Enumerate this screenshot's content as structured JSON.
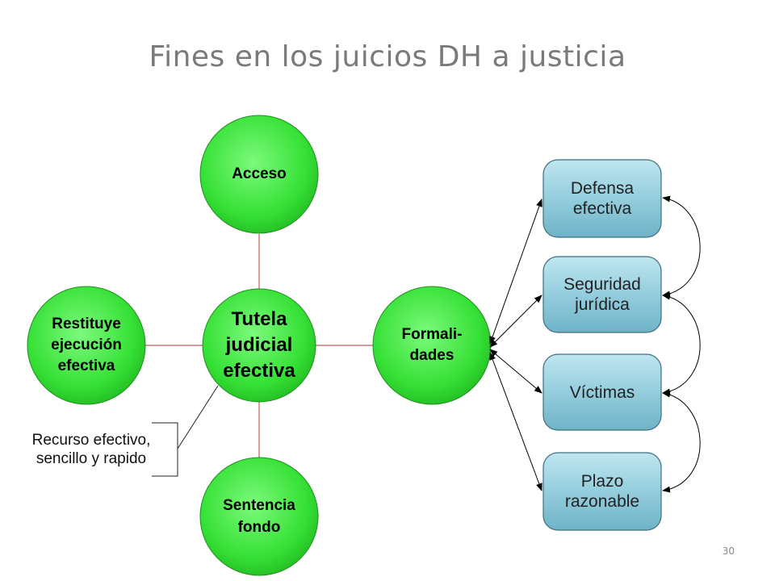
{
  "title": "Fines en los juicios DH a justicia",
  "page_number": "30",
  "colors": {
    "circle_fill": "#3ce63c",
    "circle_edge": "#1f8f1f",
    "box_fill": "#93cddd",
    "box_edge": "#3f6f80",
    "spoke_line": "#cc5a5a",
    "arrow": "#000000"
  },
  "center_node": {
    "label": "Tutela\njudicial\nefectiva"
  },
  "outer_nodes": {
    "acceso": "Acceso",
    "restituye": "Restituye\nejecución\nefectiva",
    "formalidades": "Formali-\ndades",
    "sentencia": "Sentencia\nfondo"
  },
  "boxes": [
    {
      "label": "Defensa\nefectiva"
    },
    {
      "label": "Seguridad\njurídica"
    },
    {
      "label": "Víctimas"
    },
    {
      "label": "Plazo\nrazonable"
    }
  ],
  "callout": {
    "label": "Recurso efectivo,\nsencillo y rapido"
  }
}
